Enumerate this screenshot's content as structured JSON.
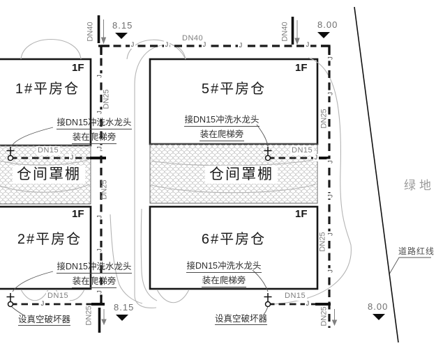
{
  "plan": {
    "buildings": {
      "wh1": {
        "name": "1#平房仓",
        "floor": "1F"
      },
      "wh2": {
        "name": "2#平房仓",
        "floor": "1F"
      },
      "wh5": {
        "name": "5#平房仓",
        "floor": "1F"
      },
      "wh6": {
        "name": "6#平房仓",
        "floor": "1F"
      }
    },
    "canopy": {
      "label": "仓间罩棚"
    },
    "notes": {
      "faucet_line1": "接DN15冲洗水龙头",
      "faucet_line2": "装在爬梯旁",
      "vacuum_breaker": "设真空破坏器"
    },
    "site": {
      "green_area": "绿地",
      "road_red_line": "道路红线"
    },
    "pipes": {
      "dn40": "DN40",
      "dn25": "DN25",
      "dn15": "DN15",
      "water_marker": "J"
    },
    "elevations": {
      "left_top": "8.15",
      "left_bottom": "8.15",
      "right_top": "8.00",
      "right_bottom": "8.00"
    }
  },
  "colors": {
    "linework": "#1a1a1a",
    "secondary_text": "#7d7d7d",
    "decorative_curves": "#b4b4b4",
    "hatch": "#bdbdbd"
  }
}
